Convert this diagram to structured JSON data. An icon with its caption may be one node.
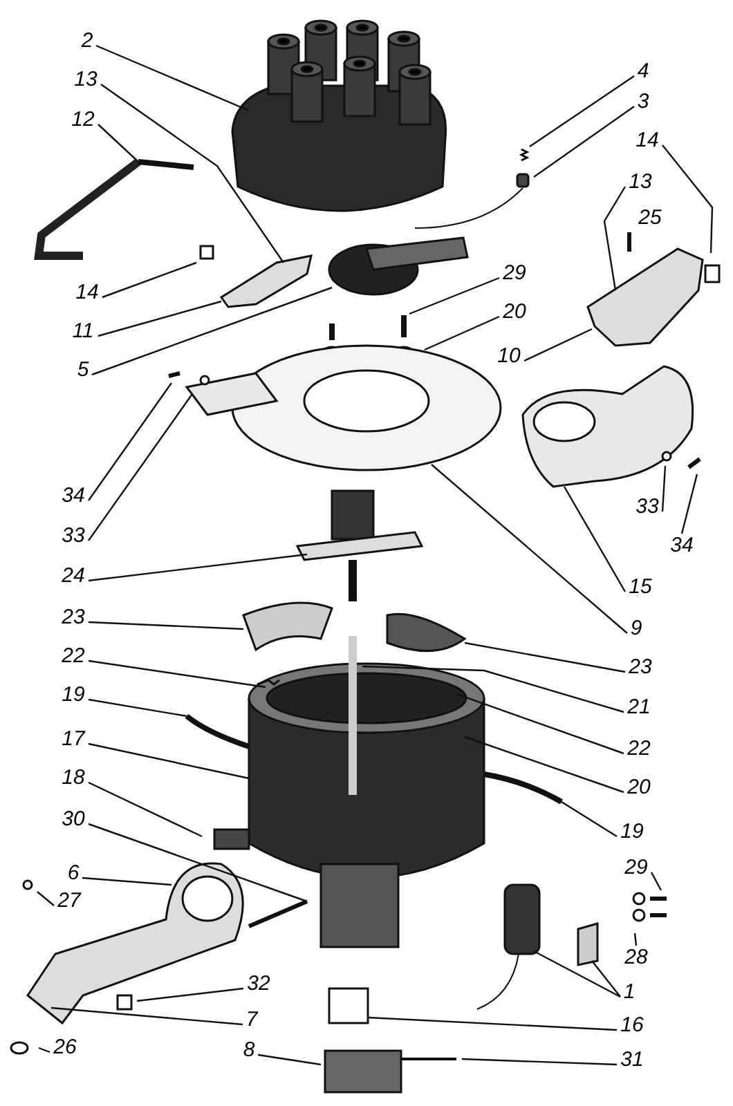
{
  "diagram": {
    "nodes": [
      {
        "text": [
          "2"
        ]
      },
      {
        "text": [
          "13"
        ]
      },
      {
        "text": [
          "12"
        ]
      },
      {
        "text": [
          "14"
        ]
      },
      {
        "text": [
          "11"
        ]
      },
      {
        "text": [
          "5"
        ]
      },
      {
        "text": [
          "4"
        ]
      },
      {
        "text": [
          "3"
        ]
      },
      {
        "text": [
          "14"
        ]
      },
      {
        "text": [
          "13"
        ]
      },
      {
        "text": [
          "29"
        ]
      },
      {
        "text": [
          "20"
        ]
      },
      {
        "text": [
          "10"
        ]
      },
      {
        "text": [
          "34"
        ]
      },
      {
        "text": [
          "33"
        ]
      },
      {
        "text": [
          "33"
        ]
      },
      {
        "text": [
          "34"
        ]
      },
      {
        "text": [
          "24"
        ]
      },
      {
        "text": [
          "15"
        ]
      },
      {
        "text": [
          "9"
        ]
      },
      {
        "text": [
          "23"
        ]
      },
      {
        "text": [
          "23"
        ]
      },
      {
        "text": [
          "22"
        ]
      },
      {
        "text": [
          "21"
        ]
      },
      {
        "text": [
          "19"
        ]
      },
      {
        "text": [
          "22"
        ]
      },
      {
        "text": [
          "17"
        ]
      },
      {
        "text": [
          "20"
        ]
      },
      {
        "text": [
          "18"
        ]
      },
      {
        "text": [
          "19"
        ]
      },
      {
        "text": [
          "30"
        ]
      },
      {
        "text": [
          "6"
        ]
      },
      {
        "text": [
          "27"
        ]
      },
      {
        "text": [
          "29"
        ]
      },
      {
        "text": [
          "28"
        ]
      },
      {
        "text": [
          "1"
        ]
      },
      {
        "text": [
          "32"
        ]
      },
      {
        "text": [
          "7"
        ]
      },
      {
        "text": [
          "16"
        ]
      },
      {
        "text": [
          "26"
        ]
      },
      {
        "text": [
          "8"
        ]
      },
      {
        "text": [
          "31"
        ]
      }
    ],
    "edges": [
      {
        "from": 0,
        "to": null,
        "arrow": "none"
      },
      {
        "from": 1,
        "to": null,
        "arrow": "none"
      },
      {
        "from": 2,
        "to": null,
        "arrow": "none"
      },
      {
        "from": 3,
        "to": null,
        "arrow": "none"
      },
      {
        "from": 4,
        "to": null,
        "arrow": "none"
      },
      {
        "from": 5,
        "to": null,
        "arrow": "none"
      },
      {
        "from": 6,
        "to": null,
        "arrow": "none"
      },
      {
        "from": 7,
        "to": null,
        "arrow": "none"
      },
      {
        "from": 8,
        "to": null,
        "arrow": "none"
      },
      {
        "from": 9,
        "to": null,
        "arrow": "none"
      },
      {
        "from": 10,
        "to": null,
        "arrow": "none"
      },
      {
        "from": 11,
        "to": null,
        "arrow": "none"
      },
      {
        "from": 12,
        "to": null,
        "arrow": "none"
      },
      {
        "from": 13,
        "to": null,
        "arrow": "none"
      },
      {
        "from": 14,
        "to": null,
        "arrow": "none"
      },
      {
        "from": 15,
        "to": null,
        "arrow": "none"
      },
      {
        "from": 16,
        "to": null,
        "arrow": "none"
      },
      {
        "from": 17,
        "to": null,
        "arrow": "none"
      },
      {
        "from": 18,
        "to": null,
        "arrow": "none"
      },
      {
        "from": 19,
        "to": null,
        "arrow": "none"
      },
      {
        "from": 20,
        "to": null,
        "arrow": "none"
      },
      {
        "from": 21,
        "to": null,
        "arrow": "none"
      },
      {
        "from": 22,
        "to": null,
        "arrow": "none"
      },
      {
        "from": 23,
        "to": null,
        "arrow": "none"
      },
      {
        "from": 24,
        "to": null,
        "arrow": "none"
      },
      {
        "from": 25,
        "to": null,
        "arrow": "none"
      },
      {
        "from": 26,
        "to": null,
        "arrow": "none"
      },
      {
        "from": 27,
        "to": null,
        "arrow": "none"
      },
      {
        "from": 28,
        "to": null,
        "arrow": "none"
      },
      {
        "from": 29,
        "to": null,
        "arrow": "none"
      },
      {
        "from": 30,
        "to": null,
        "arrow": "none"
      },
      {
        "from": 31,
        "to": null,
        "arrow": "none"
      },
      {
        "from": 32,
        "to": null,
        "arrow": "none"
      },
      {
        "from": 33,
        "to": null,
        "arrow": "none"
      },
      {
        "from": 34,
        "to": null,
        "arrow": "none"
      },
      {
        "from": 35,
        "to": null,
        "arrow": "none"
      },
      {
        "from": 35,
        "to": null,
        "arrow": "none"
      },
      {
        "from": 36,
        "to": null,
        "arrow": "none"
      },
      {
        "from": 37,
        "to": null,
        "arrow": "none"
      },
      {
        "from": 38,
        "to": null,
        "arrow": "none"
      },
      {
        "from": 39,
        "to": null,
        "arrow": "none"
      },
      {
        "from": 40,
        "to": null,
        "arrow": "none"
      },
      {
        "from": 41,
        "to": null,
        "arrow": "none"
      }
    ],
    "labels": [
      "25"
    ]
  }
}
